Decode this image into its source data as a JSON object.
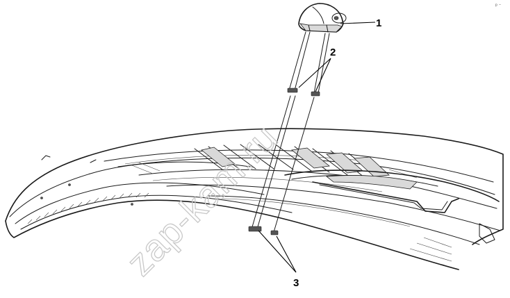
{
  "callouts": [
    {
      "id": "1",
      "label": "1"
    },
    {
      "id": "2",
      "label": "2"
    },
    {
      "id": "3",
      "label": "3"
    }
  ],
  "watermark": "zap-kam.ru",
  "corner_mark": "ᵖ ⁻"
}
